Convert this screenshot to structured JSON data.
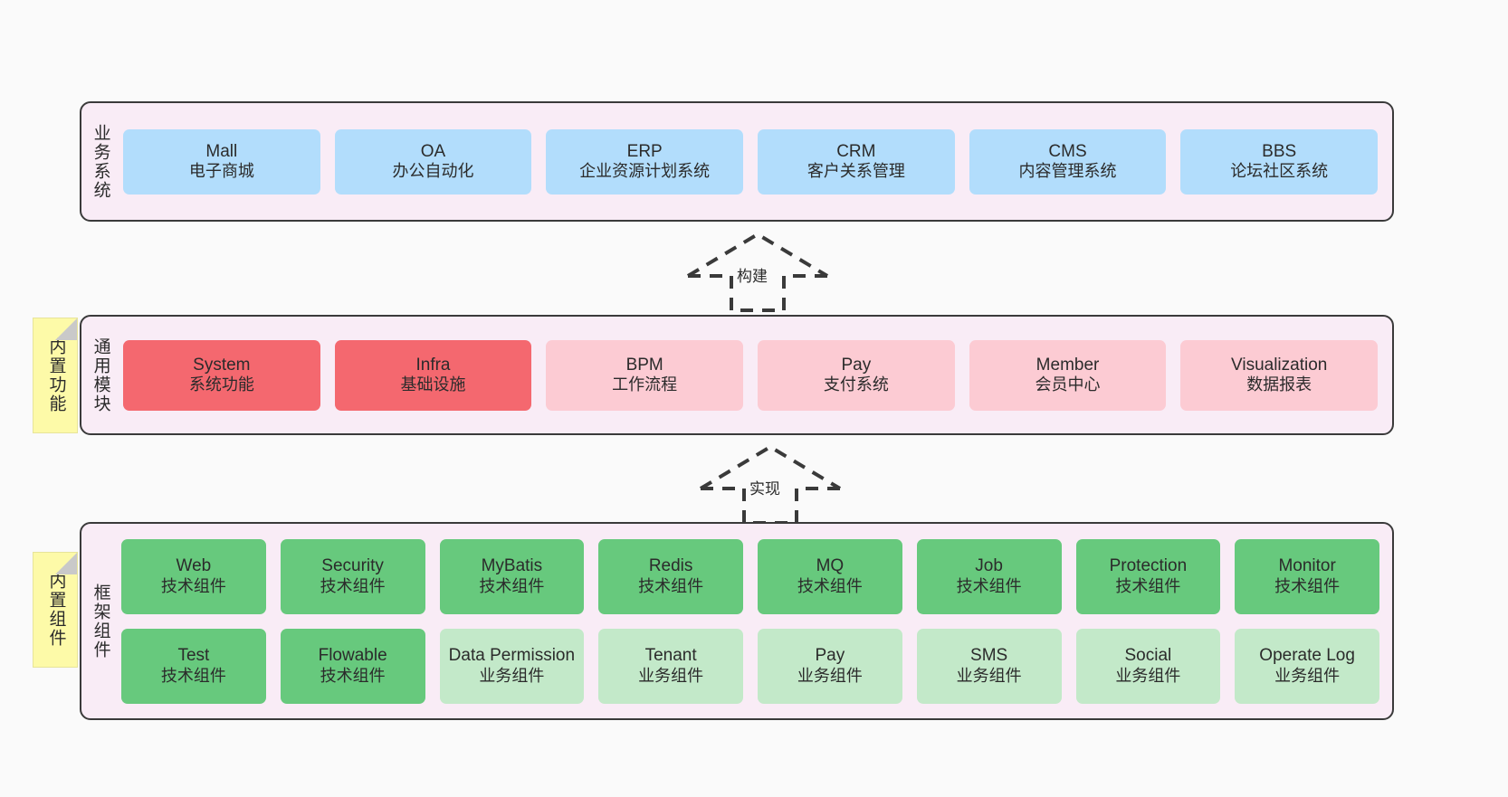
{
  "diagram": {
    "background_color": "#fafafa",
    "panel_color": "#f9ecf6",
    "sticky_color": "#fdfaa8"
  },
  "layers": {
    "business": {
      "title": "业务系统",
      "accent": "#b2ddfc",
      "items": [
        {
          "name": "Mall",
          "sub": "电子商城"
        },
        {
          "name": "OA",
          "sub": "办公自动化"
        },
        {
          "name": "ERP",
          "sub": "企业资源计划系统"
        },
        {
          "name": "CRM",
          "sub": "客户关系管理"
        },
        {
          "name": "CMS",
          "sub": "内容管理系统"
        },
        {
          "name": "BBS",
          "sub": "论坛社区系统"
        }
      ]
    },
    "modules": {
      "title": "通用模块",
      "sticky": "内置功能",
      "accent_primary": "#f4686f",
      "accent_secondary": "#fccbd3",
      "items": [
        {
          "name": "System",
          "sub": "系统功能",
          "variant": "c-red"
        },
        {
          "name": "Infra",
          "sub": "基础设施",
          "variant": "c-red"
        },
        {
          "name": "BPM",
          "sub": "工作流程",
          "variant": "c-pink"
        },
        {
          "name": "Pay",
          "sub": "支付系统",
          "variant": "c-pink"
        },
        {
          "name": "Member",
          "sub": "会员中心",
          "variant": "c-pink"
        },
        {
          "name": "Visualization",
          "sub": "数据报表",
          "variant": "c-pink"
        }
      ]
    },
    "framework": {
      "title": "框架组件",
      "sticky": "内置组件",
      "accent_primary": "#67c97d",
      "accent_secondary": "#c3e9c9",
      "row_one": [
        {
          "name": "Web",
          "sub": "技术组件",
          "variant": "c-green"
        },
        {
          "name": "Security",
          "sub": "技术组件",
          "variant": "c-green"
        },
        {
          "name": "MyBatis",
          "sub": "技术组件",
          "variant": "c-green"
        },
        {
          "name": "Redis",
          "sub": "技术组件",
          "variant": "c-green"
        },
        {
          "name": "MQ",
          "sub": "技术组件",
          "variant": "c-green"
        },
        {
          "name": "Job",
          "sub": "技术组件",
          "variant": "c-green"
        },
        {
          "name": "Protection",
          "sub": "技术组件",
          "variant": "c-green"
        },
        {
          "name": "Monitor",
          "sub": "技术组件",
          "variant": "c-green"
        }
      ],
      "row_two": [
        {
          "name": "Test",
          "sub": "技术组件",
          "variant": "c-green"
        },
        {
          "name": "Flowable",
          "sub": "技术组件",
          "variant": "c-green"
        },
        {
          "name": "Data Permission",
          "sub": "业务组件",
          "variant": "c-lightgreen"
        },
        {
          "name": "Tenant",
          "sub": "业务组件",
          "variant": "c-lightgreen"
        },
        {
          "name": "Pay",
          "sub": "业务组件",
          "variant": "c-lightgreen"
        },
        {
          "name": "SMS",
          "sub": "业务组件",
          "variant": "c-lightgreen"
        },
        {
          "name": "Social",
          "sub": "业务组件",
          "variant": "c-lightgreen"
        },
        {
          "name": "Operate Log",
          "sub": "业务组件",
          "variant": "c-lightgreen"
        }
      ]
    }
  },
  "connectors": [
    {
      "id": "build",
      "label": "构建",
      "style": "dashed-hollow-arrow-up"
    },
    {
      "id": "impl",
      "label": "实现",
      "style": "dashed-hollow-arrow-up"
    }
  ]
}
